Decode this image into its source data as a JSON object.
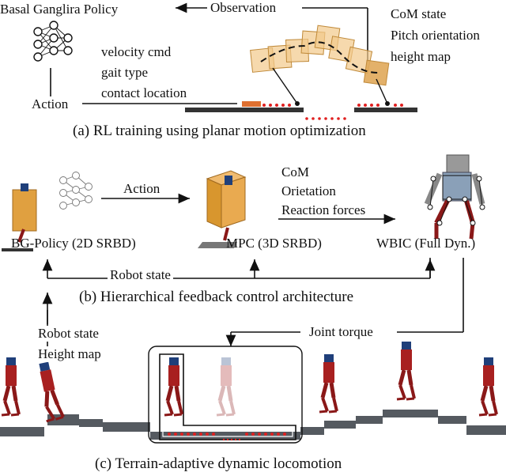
{
  "panel_a": {
    "policy_label": "Basal Ganglira Policy",
    "observation_label": "Observation",
    "obs_items": [
      "CoM state",
      "Pitch orientation",
      "height map"
    ],
    "action_label": "Action",
    "action_items": [
      "velocity cmd",
      "gait type",
      "contact location"
    ],
    "caption": "(a) RL training using planar motion optimization"
  },
  "panel_b": {
    "action_label": "Action",
    "signals": [
      "CoM",
      "Orietation",
      "Reaction forces"
    ],
    "bg_policy_label": "BG-Policy (2D SRBD)",
    "mpc_label": "MPC (3D SRBD)",
    "wbic_label": "WBIC (Full Dyn.)",
    "robot_state_label": "Robot state",
    "caption": "(b) Hierarchical feedback control architecture"
  },
  "panel_c": {
    "inputs": [
      "Robot state",
      "Height map"
    ],
    "joint_torque_label": "Joint torque",
    "caption": "(c) Terrain-adaptive dynamic locomotion"
  },
  "colors": {
    "box_fill": "#f2c98a",
    "box_edge": "#c08a3a",
    "contact_red": "#e02020",
    "terrain": "#555a60",
    "robot_red": "#a82020",
    "robot_blue": "#1f3f7a"
  }
}
